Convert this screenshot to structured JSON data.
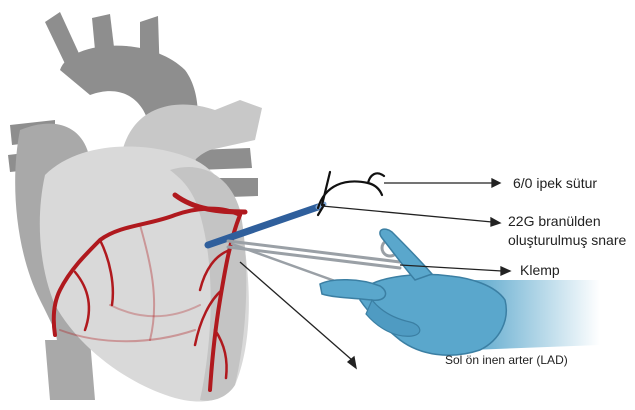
{
  "labels": {
    "suture": "6/0 ipek sütur",
    "snare_line1": "22G branülden",
    "snare_line2": "oluşturulmuş snare",
    "clamp": "Klemp",
    "lad": "Sol ön inen arter (LAD)"
  },
  "colors": {
    "heart_dark": "#8e8e8e",
    "heart_mid": "#a9a9a9",
    "heart_light": "#d9d9d9",
    "artery": "#b0191e",
    "snare": "#2f5f9c",
    "glove": "#5aa7cc",
    "instrument": "#9aa0a6",
    "suture": "#111111"
  }
}
